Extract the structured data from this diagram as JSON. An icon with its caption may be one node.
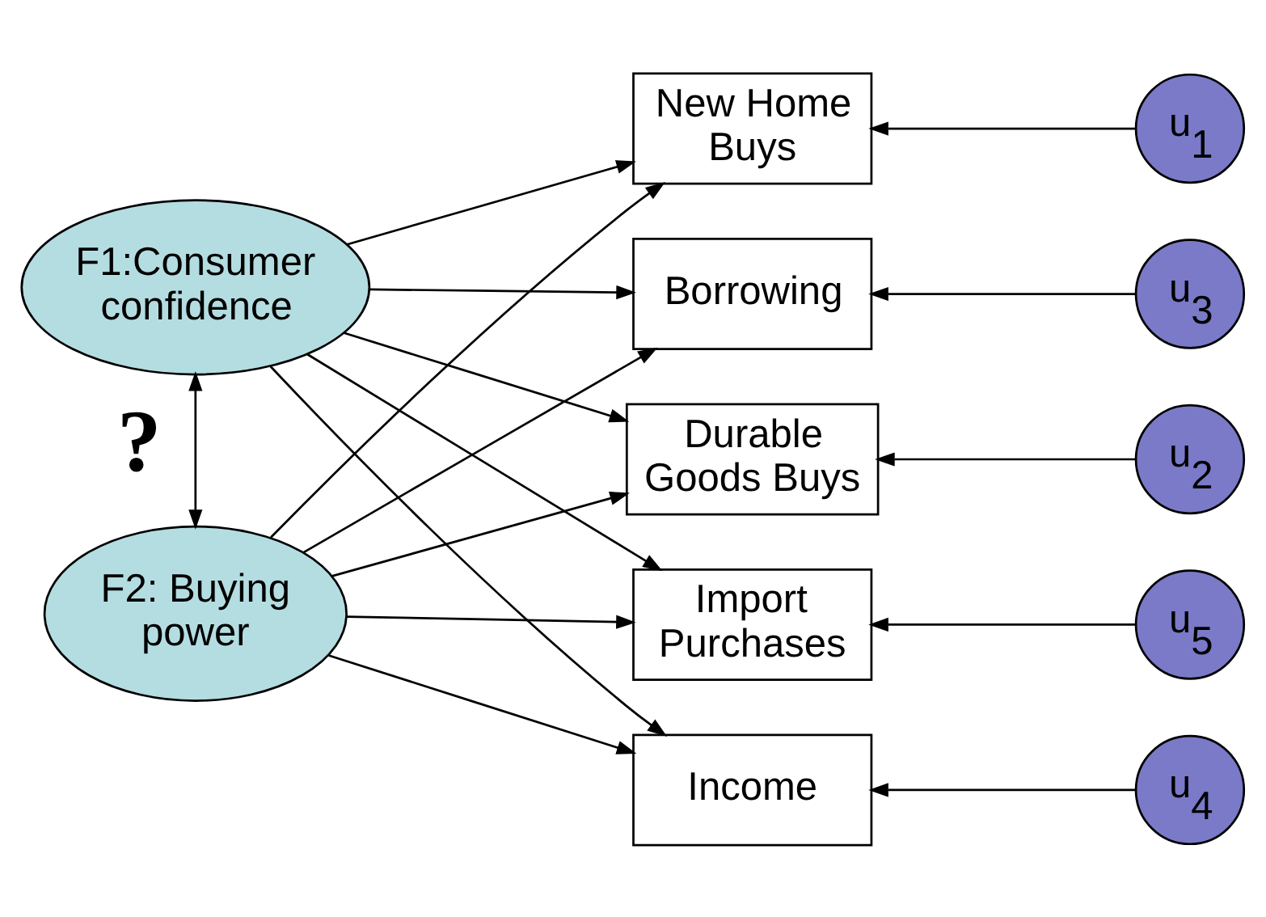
{
  "diagram": {
    "nodes": [
      {
        "text": [
          "F1:Consumer confidence"
        ]
      },
      {
        "text": [
          "F2: Buying power"
        ]
      },
      {
        "text": [
          "New Home Buys"
        ]
      },
      {
        "text": [
          "Durable Goods Buys"
        ]
      },
      {
        "text": [
          "Borrowing"
        ]
      },
      {
        "text": [
          "Income"
        ]
      },
      {
        "text": [
          "Import Purchases"
        ]
      },
      {
        "text": [
          "u$_{1}$"
        ]
      },
      {
        "text": [
          "u$_{2}$"
        ]
      },
      {
        "text": [
          "u$_{3}$"
        ]
      },
      {
        "text": [
          "u$_{4}$"
        ]
      },
      {
        "text": [
          "u$_{5}$"
        ]
      }
    ],
    "edges": [
      {
        "from": 0,
        "to": 1,
        "arrow": "both",
        "label": "?"
      },
      {
        "from": 0,
        "to": 2,
        "arrow": "to"
      },
      {
        "from": 0,
        "to": 3,
        "arrow": "to"
      },
      {
        "from": 0,
        "to": 4,
        "arrow": "to"
      },
      {
        "from": 0,
        "to": 5,
        "arrow": "to"
      },
      {
        "from": 0,
        "to": 6,
        "arrow": "to"
      },
      {
        "from": 1,
        "to": 2,
        "arrow": "to"
      },
      {
        "from": 1,
        "to": 3,
        "arrow": "to"
      },
      {
        "from": 1,
        "to": 4,
        "arrow": "to"
      },
      {
        "from": 1,
        "to": 5,
        "arrow": "to"
      },
      {
        "from": 1,
        "to": 6,
        "arrow": "to"
      },
      {
        "from": 7,
        "to": 2,
        "arrow": "to"
      },
      {
        "from": 8,
        "to": 3,
        "arrow": "to"
      },
      {
        "from": 9,
        "to": 4,
        "arrow": "to"
      },
      {
        "from": 10,
        "to": 5,
        "arrow": "to"
      },
      {
        "from": 11,
        "to": 6,
        "arrow": "to"
      }
    ]
  }
}
